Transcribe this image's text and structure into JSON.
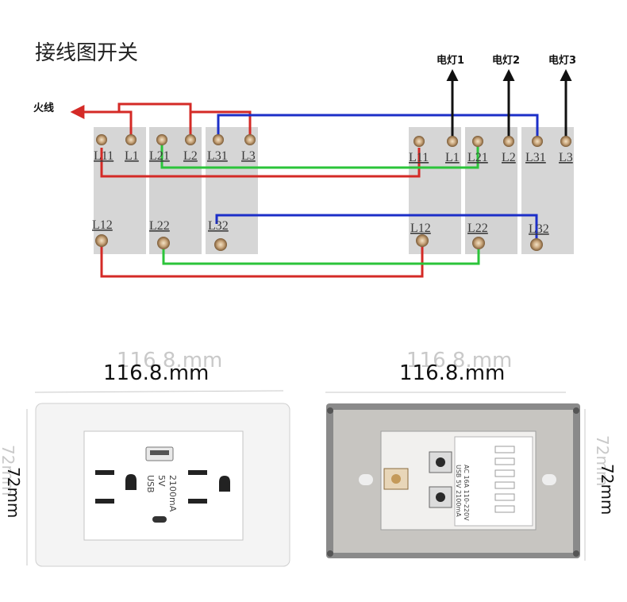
{
  "title": "接线图开关",
  "live_label": "火线",
  "lamps": [
    "电灯1",
    "电灯2",
    "电灯3"
  ],
  "left_switch": {
    "top_terminals": [
      "L11",
      "L1",
      "L21",
      "L2",
      "L31",
      "L3"
    ],
    "bottom_terminals": [
      "L12",
      "L22",
      "L32"
    ]
  },
  "right_switch": {
    "top_terminals": [
      "L11",
      "L1",
      "L21",
      "L2",
      "L31",
      "L3"
    ],
    "bottom_terminals": [
      "L12",
      "L22",
      "L32"
    ]
  },
  "wire_colors": {
    "red": "#d42a26",
    "green": "#2bc43a",
    "blue": "#1c2fc8",
    "black": "#111111"
  },
  "front_plate": {
    "width_label": "116.8.mm",
    "height_label": "72mm",
    "usb_text": [
      "USB",
      "5V",
      "2100mA"
    ]
  },
  "back_plate": {
    "width_label": "116.8.mm",
    "height_label": "72mm",
    "module_text": [
      "AC 16A 110-220V",
      "USB 5V 2100mA"
    ]
  }
}
